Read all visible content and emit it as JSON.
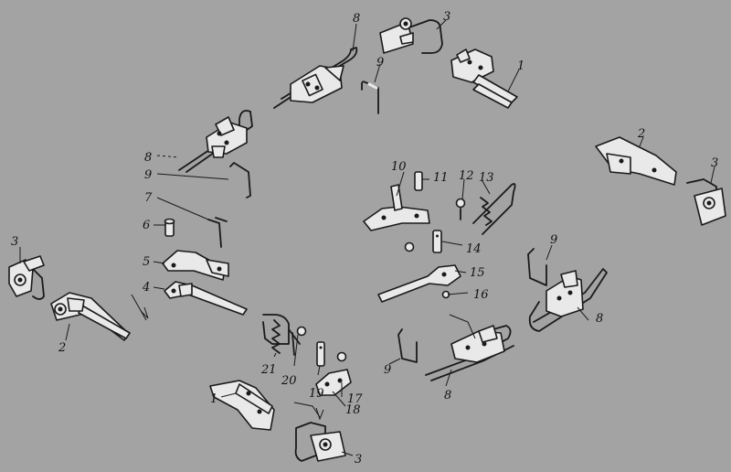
{
  "labels": {
    "l1a": "1",
    "l1b": "1",
    "l2a": "2",
    "l2b": "2",
    "l3a": "3",
    "l3b": "3",
    "l3c": "3",
    "l3d": "3",
    "l4": "4",
    "l5": "5",
    "l6": "6",
    "l7": "7",
    "l8a": "8",
    "l8b": "8",
    "l8c": "8",
    "l8d": "8",
    "l9a": "9",
    "l9b": "9",
    "l9c": "9",
    "l9d": "9",
    "l10": "10",
    "l11": "11",
    "l12": "12",
    "l13": "13",
    "l14": "14",
    "l15": "15",
    "l16": "16",
    "l17": "17",
    "l18": "18",
    "l19": "19",
    "l20": "20",
    "l21": "21"
  },
  "colors": {
    "background": "#a3a3a3",
    "metal": "#e9e9e9",
    "ink": "#1a1a1a"
  }
}
